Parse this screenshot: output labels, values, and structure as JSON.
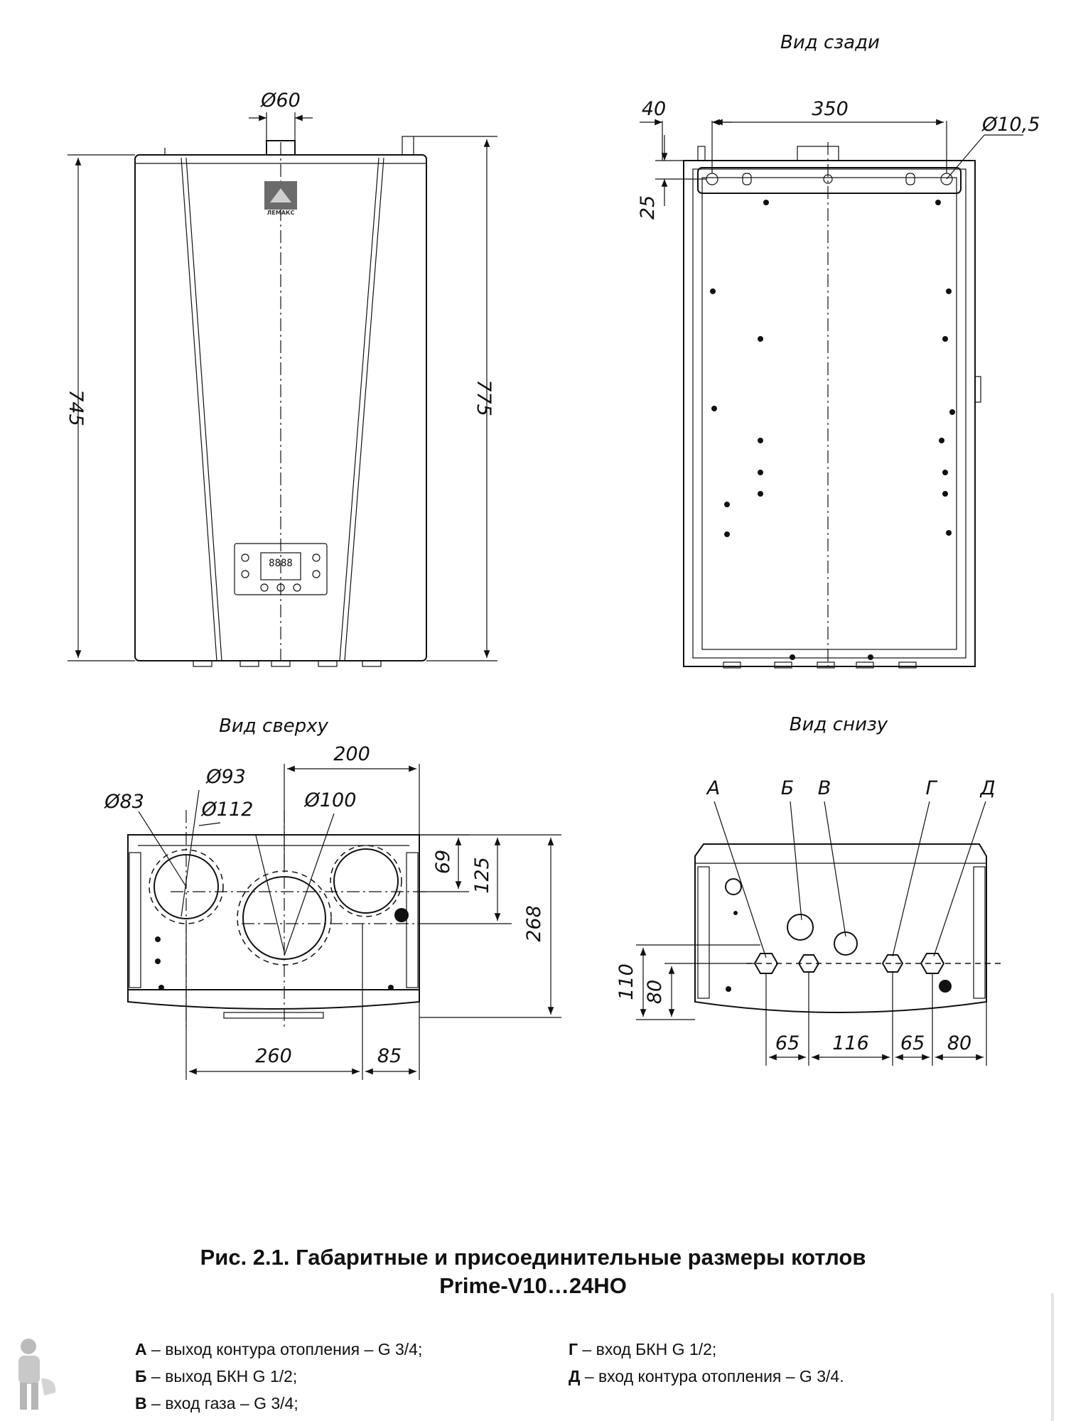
{
  "views": {
    "front": {
      "dims": [
        "Ø60",
        "745",
        "775"
      ],
      "logo_text": "ЛЕМАКС"
    },
    "rear": {
      "title": "Вид сзади",
      "dims": [
        "40",
        "350",
        "Ø10,5",
        "25"
      ]
    },
    "top": {
      "title": "Вид сверху",
      "dims": [
        "200",
        "Ø93",
        "Ø83",
        "Ø112",
        "Ø100",
        "69",
        "125",
        "268",
        "260",
        "85"
      ]
    },
    "bottom": {
      "title": "Вид снизу",
      "letters": [
        "А",
        "Б",
        "В",
        "Г",
        "Д"
      ],
      "dims": [
        "110",
        "80",
        "65",
        "116",
        "65",
        "80"
      ]
    }
  },
  "caption": {
    "line1": "Рис. 2.1. Габаритные и присоединительные размеры котлов",
    "line2": "Prime-V10…24НО"
  },
  "legend": [
    {
      "letter": "А",
      "text": " – выход контура отопления – G 3/4;"
    },
    {
      "letter": "Б",
      "text": " – выход БКН G 1/2;"
    },
    {
      "letter": "В",
      "text": " – вход газа – G 3/4;"
    },
    {
      "letter": "Г",
      "text": " – вход БКН G 1/2;"
    },
    {
      "letter": "Д",
      "text": " – вход контура отопления – G 3/4."
    }
  ]
}
